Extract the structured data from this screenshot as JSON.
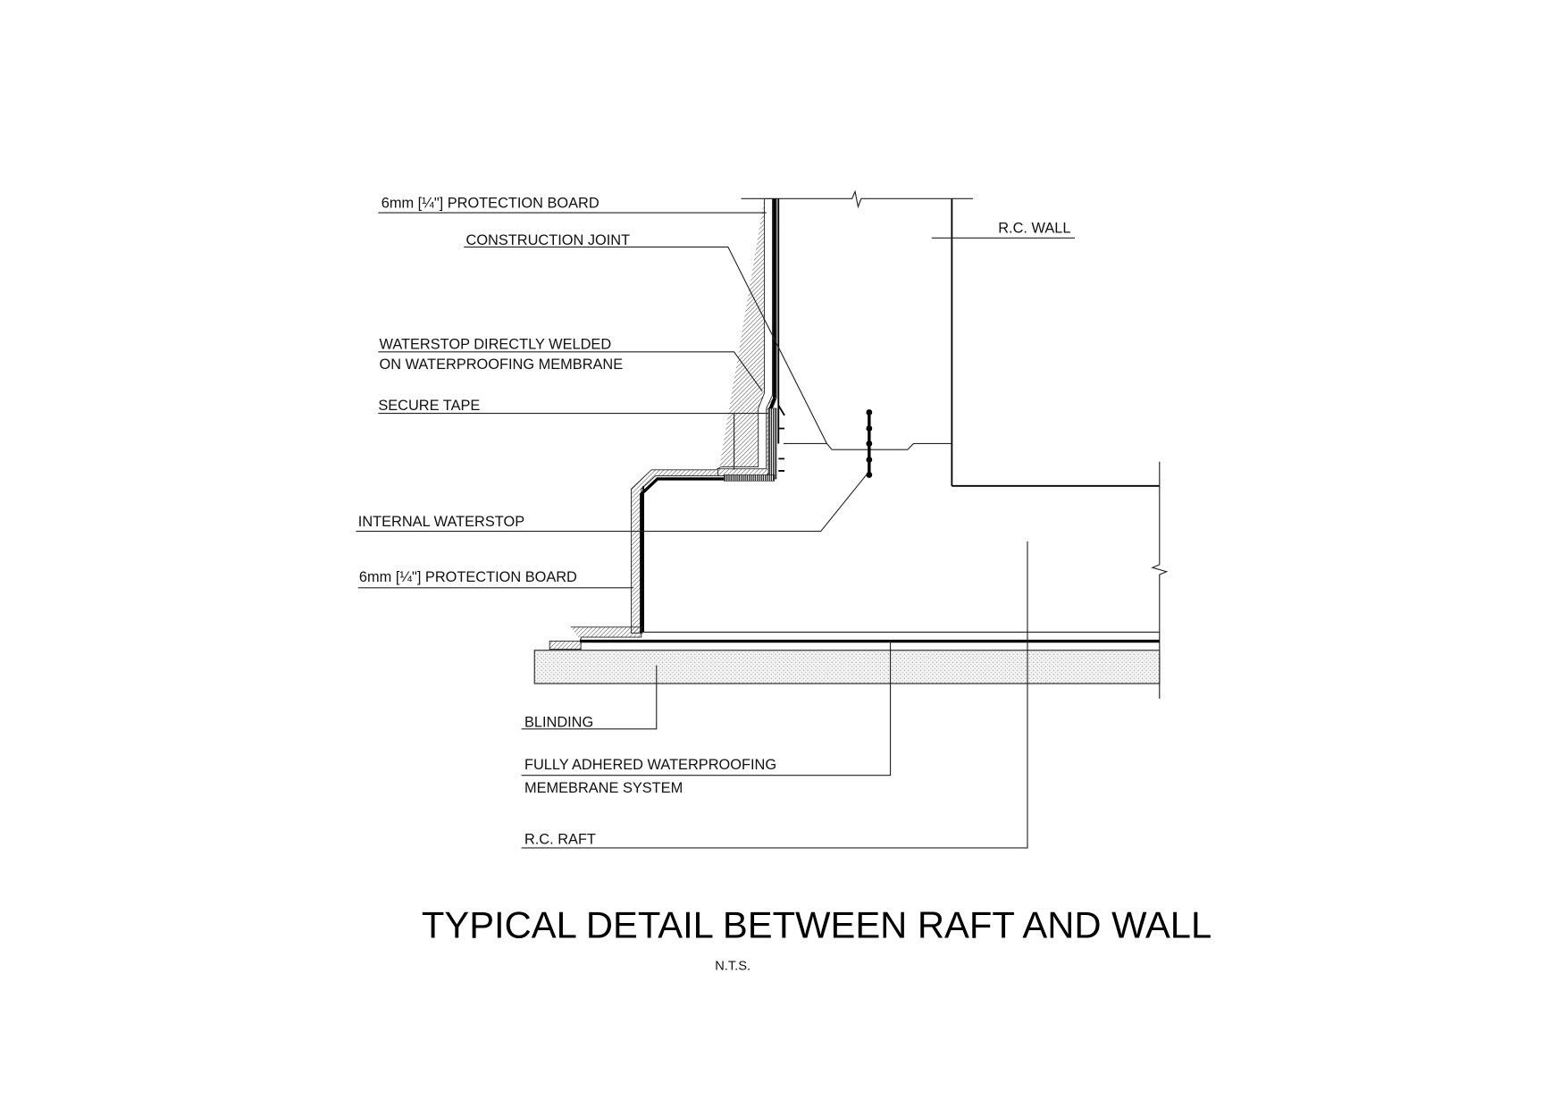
{
  "labels": {
    "protection_board_top": "6mm [¼\"] PROTECTION BOARD",
    "construction_joint": "CONSTRUCTION JOINT",
    "waterstop_welded_1": "WATERSTOP DIRECTLY WELDED",
    "waterstop_welded_2": "ON WATERPROOFING MEMBRANE",
    "secure_tape": "SECURE TAPE",
    "internal_waterstop": "INTERNAL WATERSTOP",
    "protection_board_bottom": "6mm [¼\"] PROTECTION BOARD",
    "rc_wall": "R.C. WALL",
    "blinding": "BLINDING",
    "membrane_1": "FULLY ADHERED WATERPROOFING",
    "membrane_2": "MEMEBRANE SYSTEM",
    "rc_raft": "R.C. RAFT"
  },
  "title": "TYPICAL DETAIL BETWEEN RAFT AND WALL",
  "scale": "N.T.S."
}
